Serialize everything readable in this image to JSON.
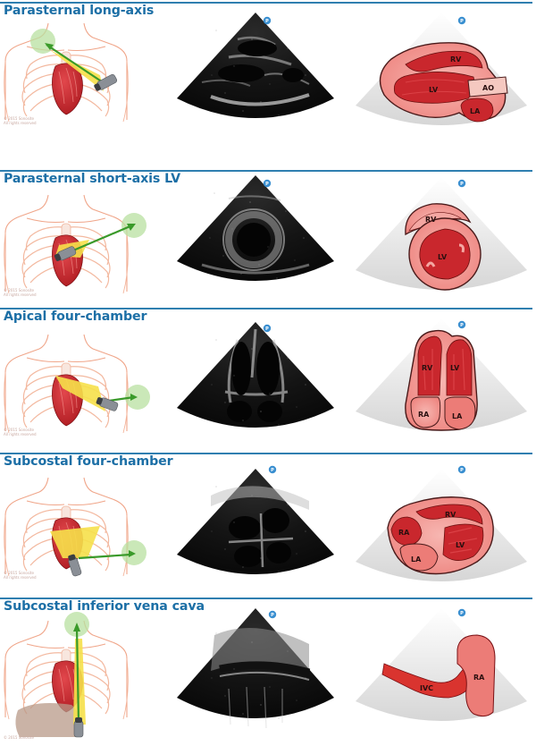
{
  "views": [
    {
      "title": "Parasternal long-axis",
      "labels": {
        "rv": "RV",
        "lv": "LV",
        "ao": "AO",
        "la": "LA"
      }
    },
    {
      "title": "Parasternal short-axis LV",
      "labels": {
        "rv": "RV",
        "lv": "LV"
      }
    },
    {
      "title": "Apical four-chamber",
      "labels": {
        "rv": "RV",
        "lv": "LV",
        "ra": "RA",
        "la": "LA"
      }
    },
    {
      "title": "Subcostal four-chamber",
      "labels": {
        "rv": "RV",
        "lv": "LV",
        "ra": "RA",
        "la": "LA"
      }
    },
    {
      "title": "Subcostal inferior vena cava",
      "labels": {
        "ivc": "IVC",
        "ra": "RA"
      }
    }
  ],
  "badge_letter": "P",
  "colors": {
    "title": "#1c6fa6",
    "rule": "#2f7fb0",
    "muscle": "#c9272d",
    "chamber_fill": "#f08a86",
    "probe_zone": "#b8e0a0",
    "beam": "#3a9a2a"
  }
}
